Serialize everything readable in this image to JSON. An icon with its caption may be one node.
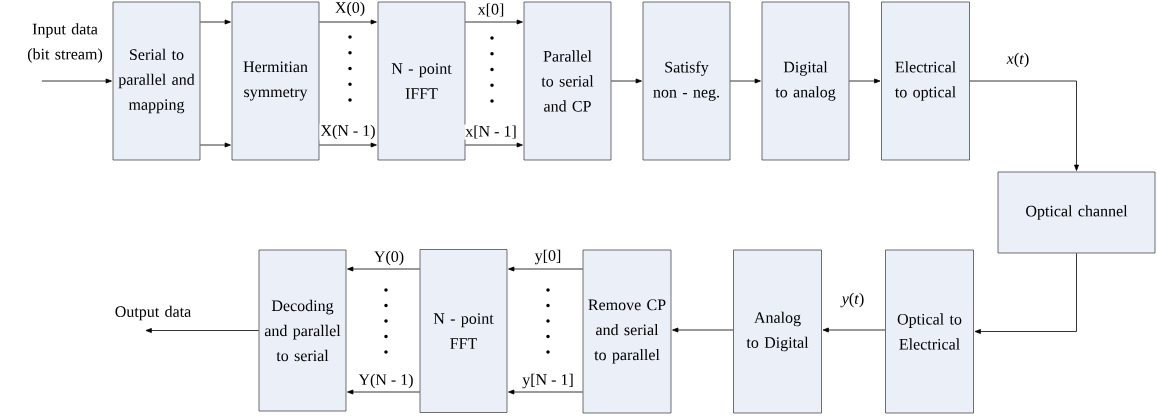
{
  "diagram": {
    "nodes": [
      {
        "text": [
          "Serial to parallel and mapping"
        ]
      },
      {
        "text": [
          "Hermitian symmetry"
        ]
      },
      {
        "text": [
          "N - point IFFT"
        ]
      },
      {
        "text": [
          "Parallel to serial and CP"
        ]
      },
      {
        "text": [
          "Satisfy non - neg."
        ]
      },
      {
        "text": [
          "Digital to analog"
        ]
      },
      {
        "text": [
          "Electrical to optical"
        ]
      },
      {
        "text": [
          "Optical channel"
        ]
      },
      {
        "text": [
          "Optical to Electrical"
        ]
      },
      {
        "text": [
          "Analog to Digital"
        ]
      },
      {
        "text": [
          "Remove CP and serial to parallel"
        ]
      },
      {
        "text": [
          "N - point FFT"
        ]
      },
      {
        "text": [
          "Decoding and parallel to serial"
        ]
      },
      {
        "text": [
          "Input data (bit stream)"
        ]
      },
      {
        "text": [
          "Output data"
        ]
      }
    ],
    "edges": [
      {
        "from": 13,
        "to": 0,
        "arrow": "to"
      },
      {
        "from": 0,
        "to": 1,
        "arrow": "to"
      },
      {
        "from": 0,
        "to": 1,
        "arrow": "to"
      },
      {
        "from": 1,
        "to": 2,
        "arrow": "to",
        "label": "X(0)"
      },
      {
        "from": 1,
        "to": 2,
        "arrow": "to",
        "label": "X(N - 1)"
      },
      {
        "from": 2,
        "to": 3,
        "arrow": "to",
        "label": "x[0]"
      },
      {
        "from": 2,
        "to": 3,
        "arrow": "to",
        "label": "x[N - 1]"
      },
      {
        "from": 3,
        "to": 4,
        "arrow": "to"
      },
      {
        "from": 4,
        "to": 5,
        "arrow": "to"
      },
      {
        "from": 5,
        "to": 6,
        "arrow": "to"
      },
      {
        "from": 6,
        "to": 7,
        "arrow": "to",
        "label": "*x*(*t*)"
      },
      {
        "from": 7,
        "to": 8,
        "arrow": "to"
      },
      {
        "from": 8,
        "to": 9,
        "arrow": "to",
        "label": "*y*(*t*)"
      },
      {
        "from": 9,
        "to": 10,
        "arrow": "to"
      },
      {
        "from": 10,
        "to": 11,
        "arrow": "to",
        "label": "y[0]"
      },
      {
        "from": 10,
        "to": 11,
        "arrow": "to",
        "label": "y[N - 1]"
      },
      {
        "from": 11,
        "to": 12,
        "arrow": "to",
        "label": "Y(0)"
      },
      {
        "from": 11,
        "to": 12,
        "arrow": "to",
        "label": "Y(N - 1)"
      },
      {
        "from": 12,
        "to": 14,
        "arrow": "to"
      }
    ]
  }
}
